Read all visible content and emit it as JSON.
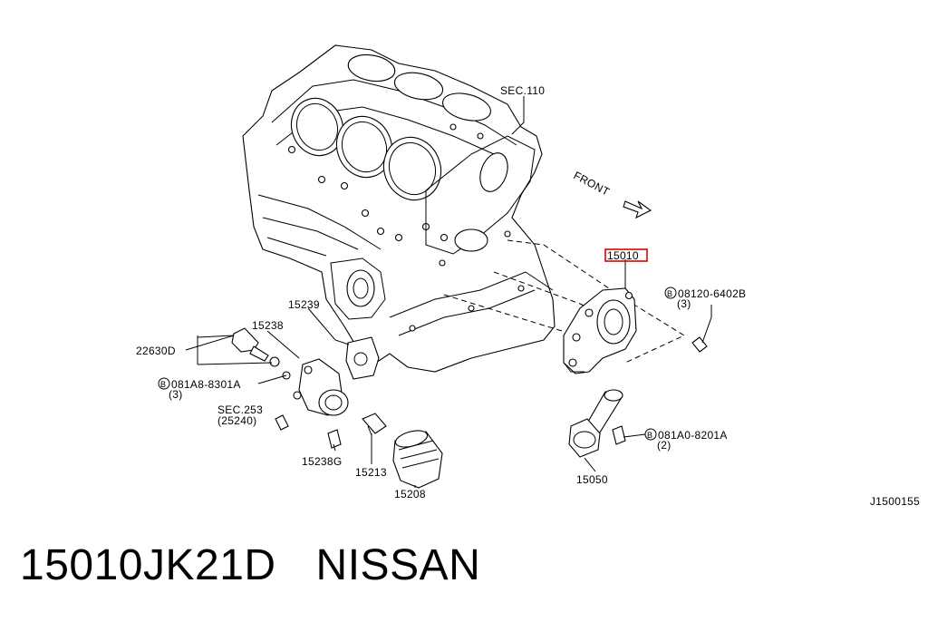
{
  "diagram": {
    "callouts": {
      "sec110": "SEC.110",
      "front": "FRONT",
      "p15010": "15010",
      "bolt1_circle": "B",
      "bolt1_num": "08120-6402B",
      "bolt1_qty": "(3)",
      "p15239": "15239",
      "p15238": "15238",
      "p22630d": "22630D",
      "bolt2_circle": "B",
      "bolt2_num": "081A8-8301A",
      "bolt2_qty": "(3)",
      "sec253": "SEC.253",
      "sec253_sub": "(25240)",
      "p15238g": "15238G",
      "p15213": "15213",
      "p15208": "15208",
      "bolt3_circle": "B",
      "bolt3_num": "081A0-8201A",
      "bolt3_qty": "(2)",
      "p15050": "15050",
      "code": "J1500155"
    },
    "highlight_color": "#e00000"
  },
  "footer": {
    "part_number": "15010JK21D",
    "brand": "NISSAN"
  }
}
